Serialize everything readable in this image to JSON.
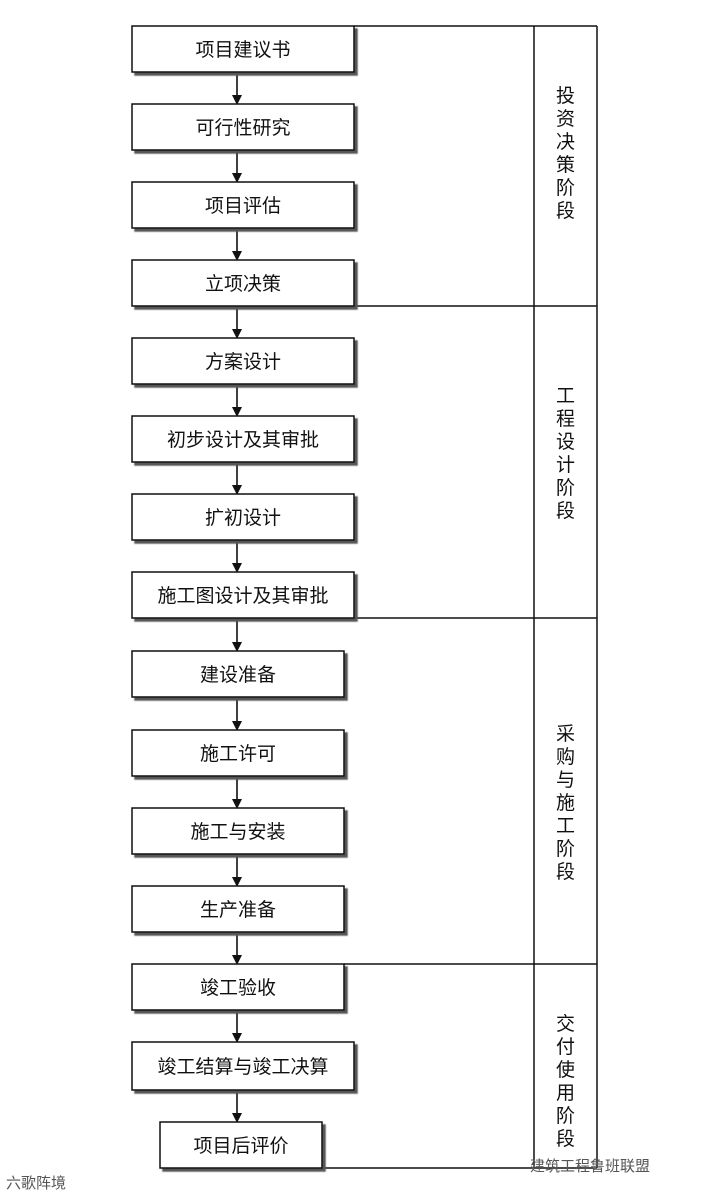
{
  "steps": [
    "项目建议书",
    "可行性研究",
    "项目评估",
    "立项决策",
    "方案设计",
    "初步设计及其审批",
    "扩初设计",
    "施工图设计及其审批",
    "建设准备",
    "施工许可",
    "施工与安装",
    "生产准备",
    "竣工验收",
    "竣工结算与竣工决算",
    "项目后评价"
  ],
  "stages": [
    {
      "label": "投资决策阶段"
    },
    {
      "label": "工程设计阶段"
    },
    {
      "label": "采购与施工阶段"
    },
    {
      "label": "交付使用阶段"
    }
  ],
  "watermarks": {
    "left": "六歌阵境",
    "right": "建筑工程鲁班联盟"
  }
}
